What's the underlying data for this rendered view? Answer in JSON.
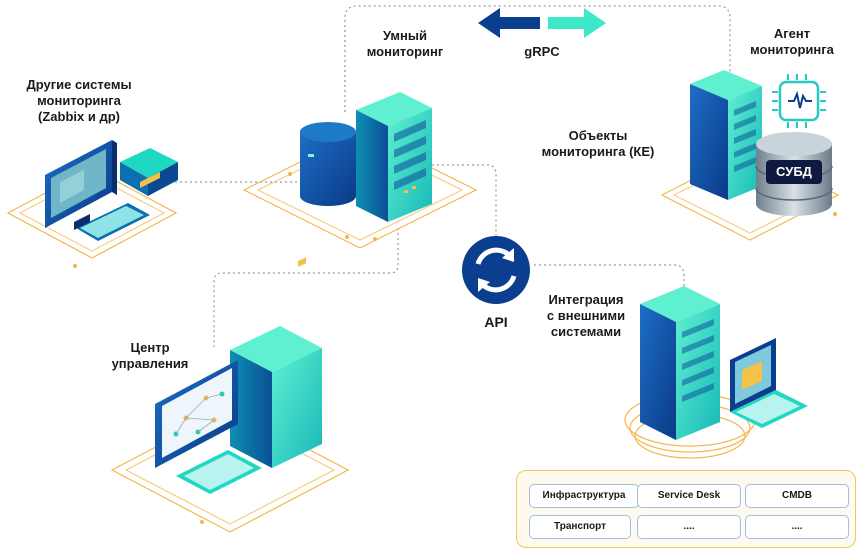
{
  "labels": {
    "smart_monitoring": "Умный\nмониторинг",
    "grpc": "gRPC",
    "agent": "Агент\nмониторинга",
    "other_systems": "Другие системы\nмониторинга\n(Zabbix и др)",
    "objects": "Объекты\nмониторинга (КЕ)",
    "dbms": "СУБД",
    "api": "API",
    "integration": "Интеграция\nс внешними\nсистемами",
    "control_center": "Центр\nуправления"
  },
  "integrations": [
    [
      "Инфраструктура",
      "Service Desk",
      "CMDB"
    ],
    [
      "Транспорт",
      "....",
      "...."
    ]
  ],
  "colors": {
    "navy": "#0b3e8e",
    "teal": "#27c9c0",
    "mint": "#3de8c6",
    "orange_line": "#f3b64a",
    "dotted_line": "#9a9a9a",
    "panel_border": "#f0c75a",
    "cell_border": "#9bc0e4"
  }
}
